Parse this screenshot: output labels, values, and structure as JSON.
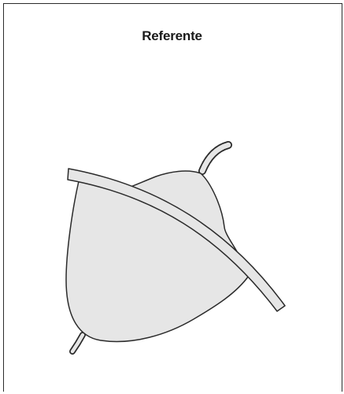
{
  "figure": {
    "title": "Referente"
  },
  "colors": {
    "frame": "#2b2b2b",
    "shape_fill": "#e6e6e6",
    "stroke": "#2b2b2b",
    "background": "#ffffff"
  },
  "shapes": {
    "body": "leaf-shaped-body",
    "band": "curved-band",
    "stem_top": "stem-top",
    "stem_bottom": "stem-bottom"
  }
}
